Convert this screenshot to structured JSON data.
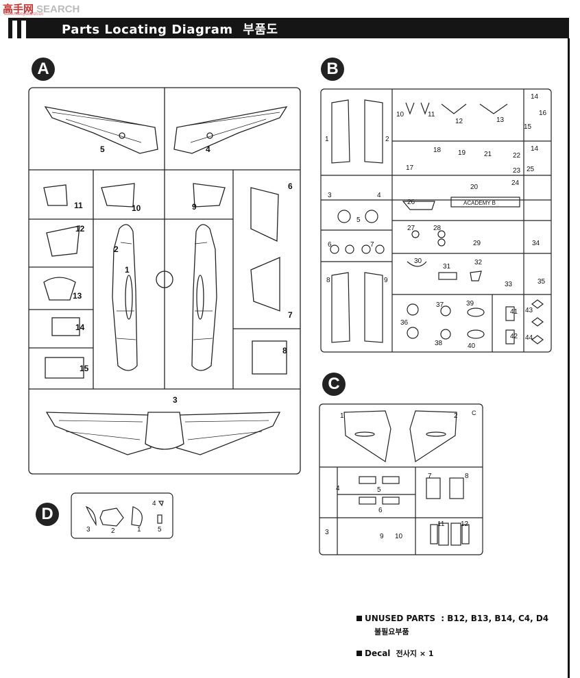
{
  "watermark": {
    "brand": "高手网",
    "search": "SEARCH",
    "url": "www.hobbysearch.cn"
  },
  "header": {
    "title": "Parts Locating Diagram",
    "title_ko": "부품도"
  },
  "sprues": {
    "A": {
      "label": "A",
      "parts": [
        "1",
        "2",
        "3",
        "4",
        "5",
        "6",
        "7",
        "8",
        "9",
        "10",
        "11",
        "12",
        "13",
        "14",
        "15"
      ]
    },
    "B": {
      "label": "B",
      "parts": [
        "1",
        "2",
        "3",
        "4",
        "5",
        "6",
        "7",
        "8",
        "9",
        "10",
        "11",
        "12",
        "13",
        "14",
        "14",
        "15",
        "16",
        "17",
        "18",
        "19",
        "20",
        "21",
        "22",
        "23",
        "24",
        "25",
        "26",
        "27",
        "28",
        "29",
        "30",
        "31",
        "32",
        "33",
        "34",
        "35",
        "36",
        "37",
        "38",
        "39",
        "40",
        "41",
        "42",
        "43",
        "44"
      ],
      "tag": "ACADEMY B"
    },
    "C": {
      "label": "C",
      "parts": [
        "1",
        "2",
        "3",
        "4",
        "5",
        "6",
        "7",
        "8",
        "9",
        "10",
        "11",
        "12"
      ],
      "tag": "C"
    },
    "D": {
      "label": "D",
      "parts": [
        "1",
        "2",
        "3",
        "4",
        "5"
      ]
    }
  },
  "notes": {
    "unused_label": "UNUSED PARTS",
    "unused_list": ": B12,  B13,  B14,  C4,  D4",
    "unused_ko": "불필요부품",
    "decal_label": "Decal",
    "decal_ko": "전사지 × 1"
  }
}
